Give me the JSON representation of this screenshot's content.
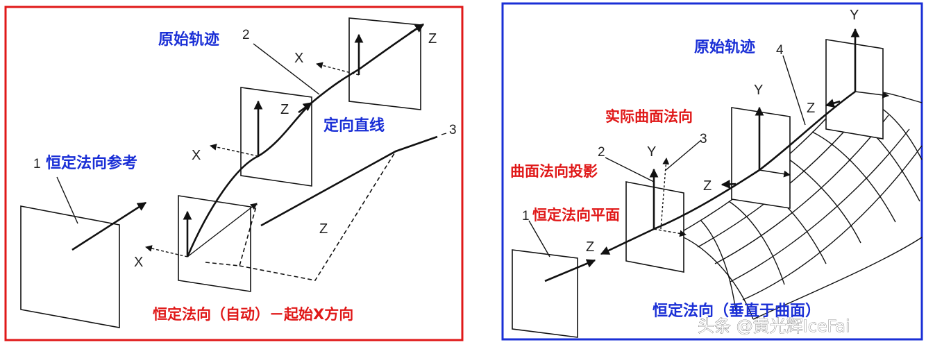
{
  "colors": {
    "left_border": "#e01818",
    "right_border": "#1a2fd6",
    "blue_label": "#1a2fd6",
    "red_label": "#e01818"
  },
  "left_panel": {
    "label_original_path": "原始轨迹",
    "label_directed_line": "定向直线",
    "label_constant_normal_ref": "恒定法向参考",
    "caption": "恒定法向（自动）－起始X方向",
    "num_1": "1",
    "num_2": "2",
    "num_3": "3",
    "axis_x_top": "X",
    "axis_z_top": "Z",
    "axis_z_mid": "Z",
    "axis_x_mid": "X",
    "axis_x_low": "X",
    "axis_z_dashed": "Z"
  },
  "right_panel": {
    "label_original_path": "原始轨迹",
    "label_actual_surface_normal": "实际曲面法向",
    "label_surface_normal_projection": "曲面法向投影",
    "label_constant_normal_plane": "恒定法向平面",
    "caption": "恒定法向（垂直于曲面）",
    "num_1": "1",
    "num_2": "2",
    "num_3": "3",
    "num_4": "4",
    "axis_y_top": "Y",
    "axis_z_top": "Z",
    "axis_y_mid": "Y",
    "axis_z_mid": "Z",
    "axis_y_low": "Y",
    "axis_z_low": "Z"
  },
  "watermark": "头条 @黄光辉IceFai"
}
